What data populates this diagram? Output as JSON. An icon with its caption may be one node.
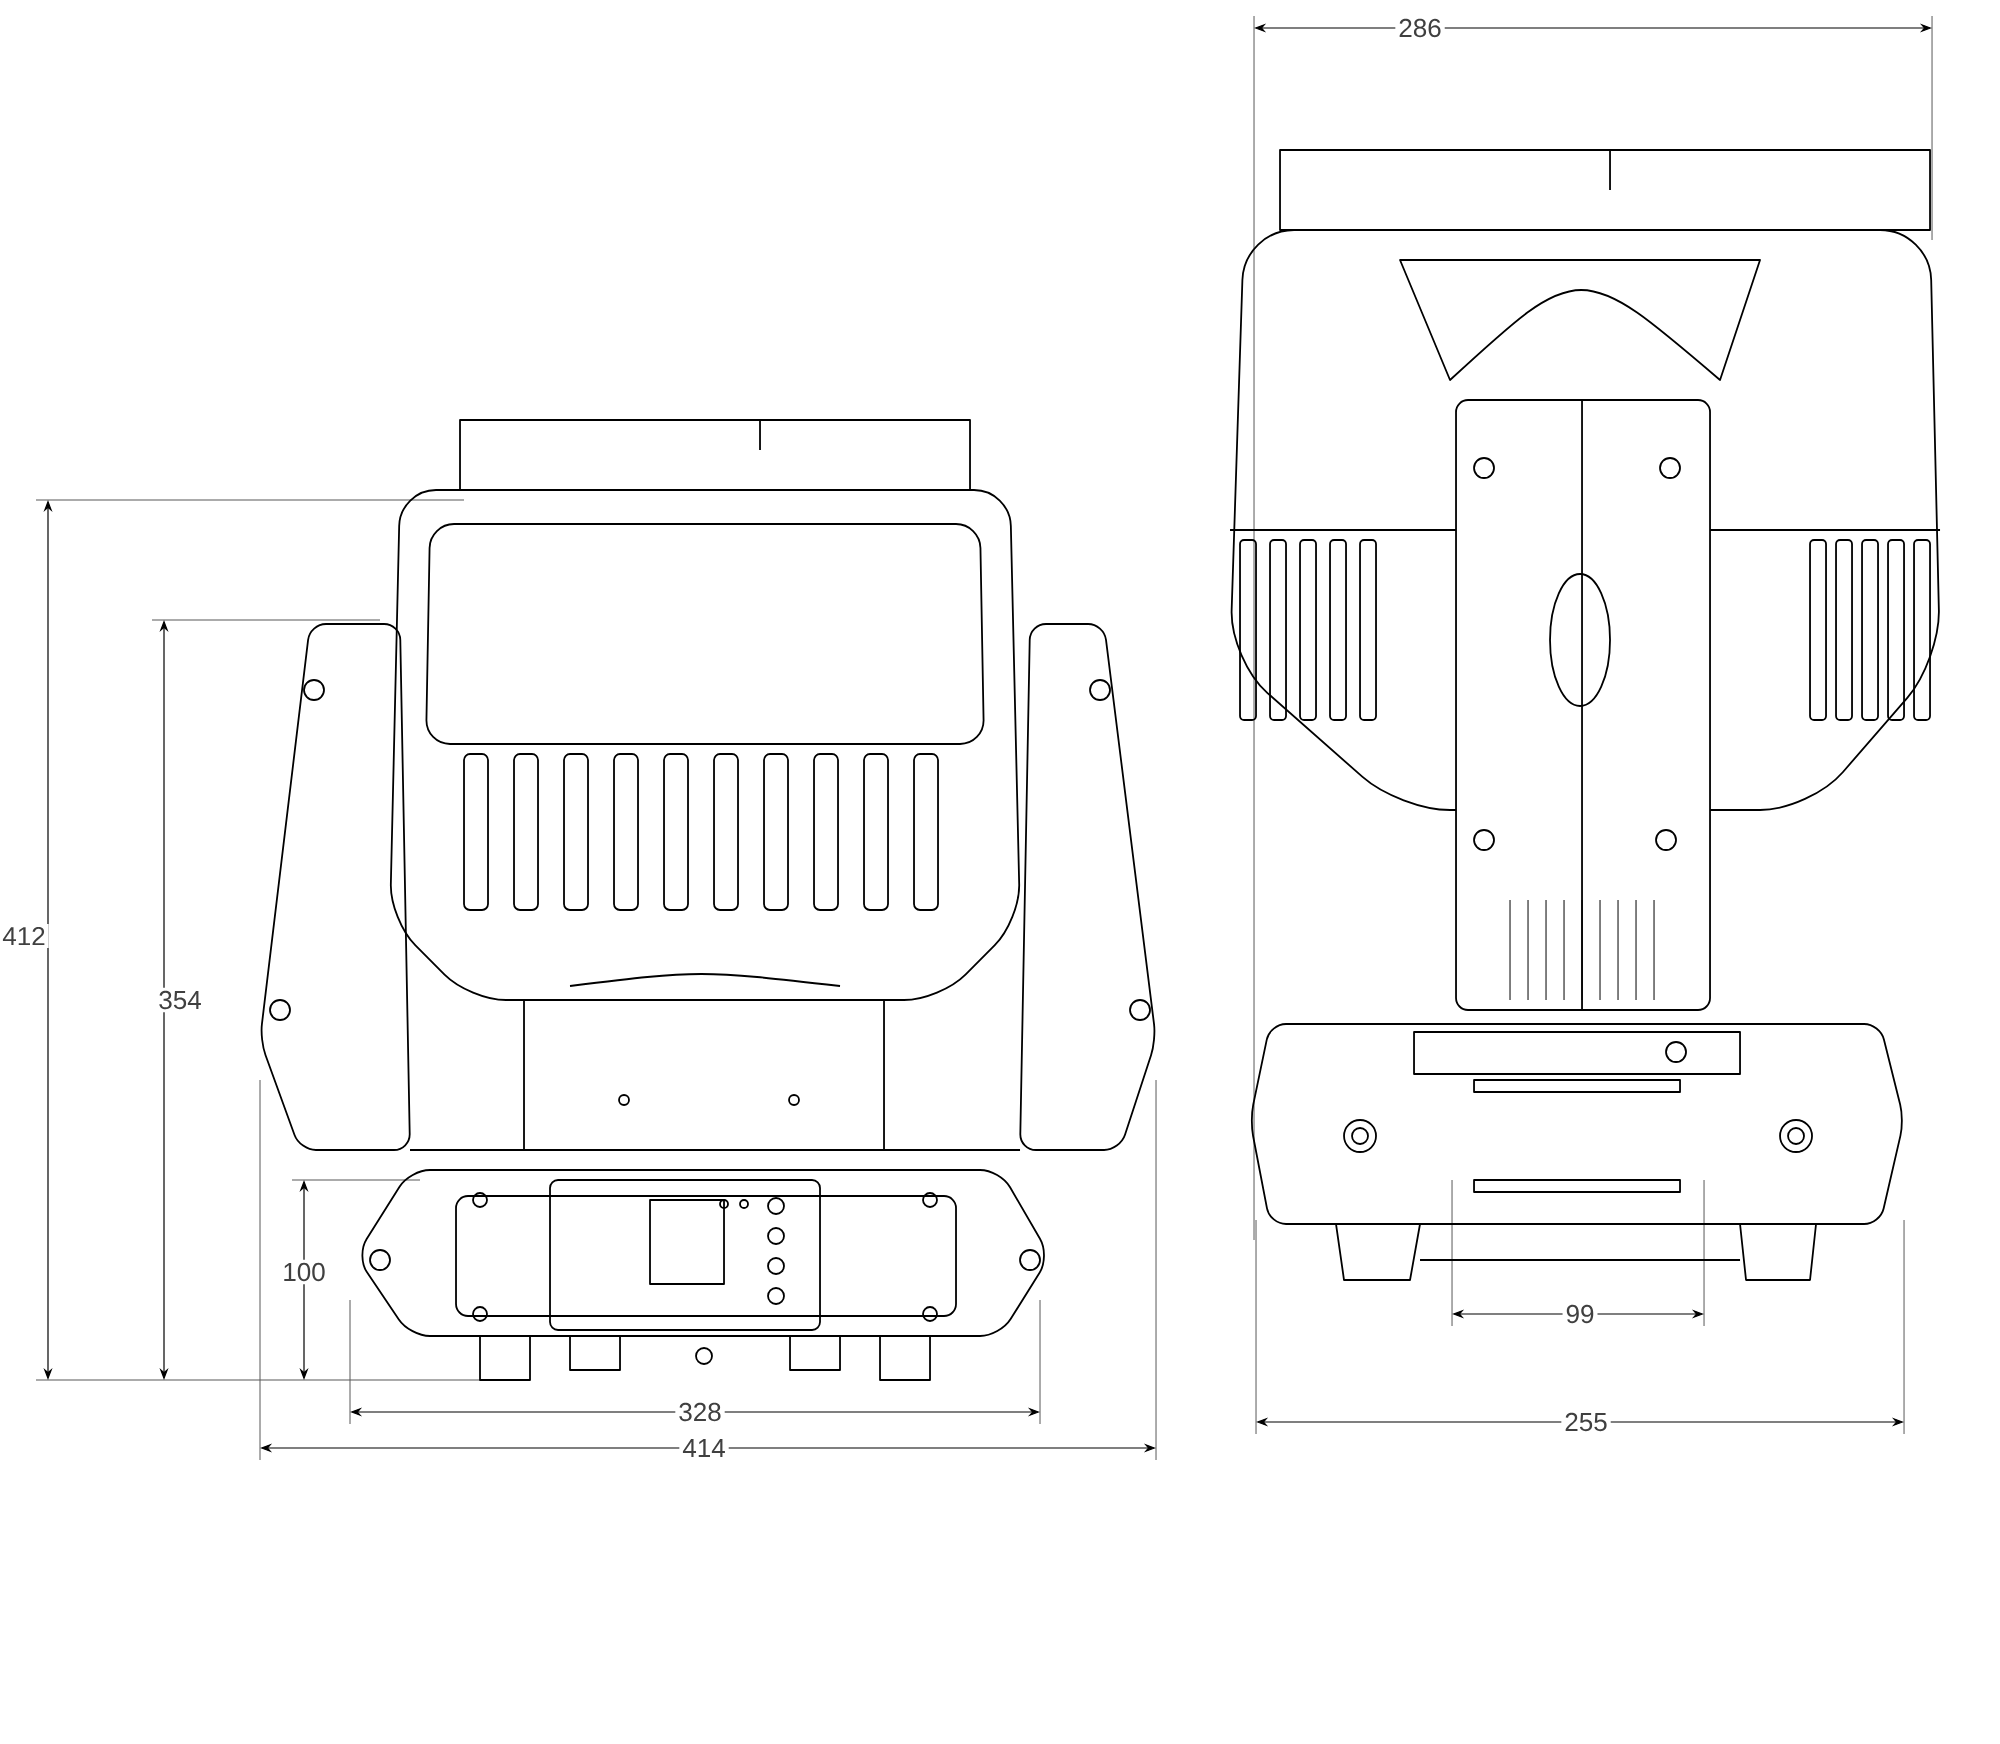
{
  "diagram": {
    "labels": [
      "286",
      "412",
      "354",
      "100",
      "99",
      "328",
      "255",
      "414"
    ]
  }
}
